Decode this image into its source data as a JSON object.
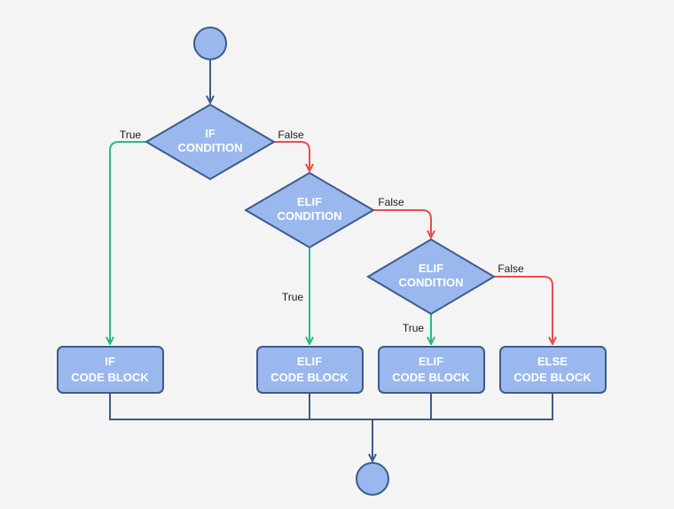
{
  "colors": {
    "background": "#f4f4f4",
    "node_fill": "#9ab8ee",
    "node_stroke": "#3f5a8c",
    "true_edge": "#1fbf7f",
    "false_edge": "#ee4b4b"
  },
  "nodes": {
    "if_condition": {
      "line1": "IF",
      "line2": "CONDITION"
    },
    "elif_condition_1": {
      "line1": "ELIF",
      "line2": "CONDITION"
    },
    "elif_condition_2": {
      "line1": "ELIF",
      "line2": "CONDITION"
    },
    "if_block": {
      "line1": "IF",
      "line2": "CODE BLOCK"
    },
    "elif_block_1": {
      "line1": "ELIF",
      "line2": "CODE BLOCK"
    },
    "elif_block_2": {
      "line1": "ELIF",
      "line2": "CODE BLOCK"
    },
    "else_block": {
      "line1": "ELSE",
      "line2": "CODE BLOCK"
    }
  },
  "edges": {
    "if_true": "True",
    "if_false": "False",
    "elif1_true": "True",
    "elif1_false": "False",
    "elif2_true": "True",
    "elif2_false": "False"
  }
}
